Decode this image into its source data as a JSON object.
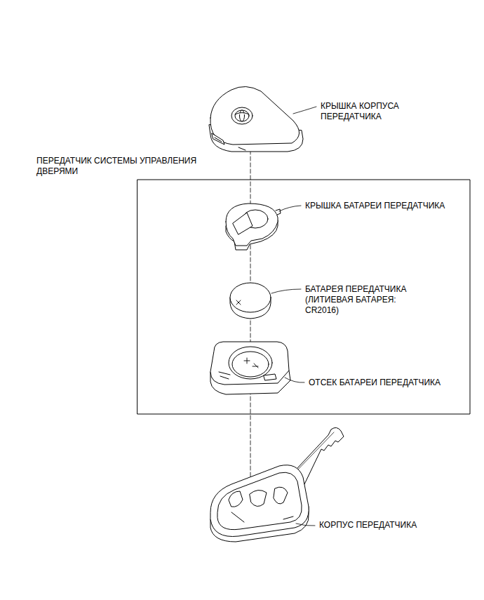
{
  "diagram": {
    "labels": [
      "КРЫШКА КОРПУСА ПЕРЕДАТЧИКА",
      "ПЕРЕДАТЧИК СИСТЕМЫ УПРАВЛЕНИЯ ДВЕРЯМИ",
      "КРЫШКА БАТАРЕИ ПЕРЕДАТЧИКА",
      "БАТАРЕЯ ПЕРЕДАТЧИКА (ЛИТИЕВАЯ БАТАРЕЯ: CR2016)",
      "ОТСЕК БАТАРЕИ ПЕРЕДАТЧИКА",
      "КОРПУС ПЕРЕДАТЧИКА"
    ]
  }
}
